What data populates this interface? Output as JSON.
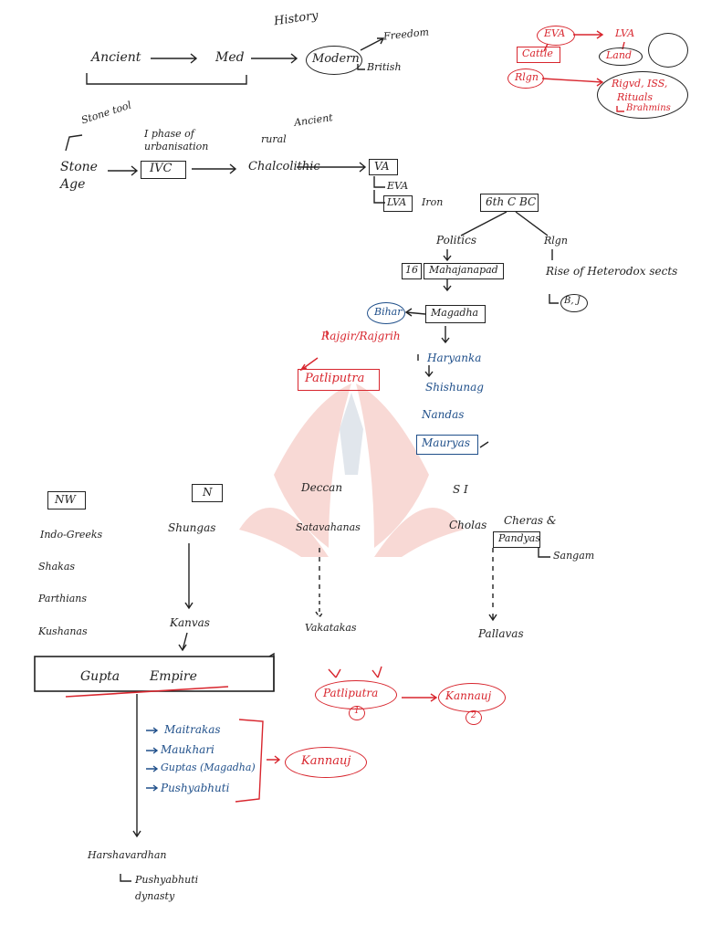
{
  "colors": {
    "ink": "#222222",
    "red": "#d8262e",
    "blue": "#1f4f8a",
    "watermark": "#f2c9c3"
  },
  "top": {
    "history": "History",
    "ancient": "Ancient",
    "med": "Med",
    "modern": "Modern",
    "freedom": "Freedom",
    "british": "British"
  },
  "vedic": {
    "eva": "EVA",
    "lva": "LVA",
    "cattle": "Cattle",
    "land": "Land",
    "rlgn": "Rlgn",
    "rigvd": "Rigvd, ISS,",
    "rituals": "Rituals",
    "brahmins": "Brahmins"
  },
  "prehistory": {
    "stone_tool": "Stone tool",
    "stone_age": "Stone Age",
    "phase": "I phase of urbanisation",
    "ivc": "IVC",
    "rural": "rural",
    "ancient2": "Ancient",
    "chalcolithic": "Chalcolithic",
    "va": "VA",
    "eva2": "EVA",
    "lva2": "LVA",
    "iron": "Iron"
  },
  "sixth": {
    "title": "6th C BC",
    "politics": "Politics",
    "rlgn": "Rlgn",
    "num16": "16",
    "mahajanapad": "Mahajanapad",
    "heterodox": "Rise of Heterodox sects",
    "bj": "B, J",
    "bihar": "Bihar",
    "magadha": "Magadha",
    "rajgir": "Rajgir/Rajgrih",
    "patliputra": "Patliputra",
    "haryanka": "Haryanka",
    "shishunag": "Shishunag",
    "nandas": "Nandas",
    "mauryas": "Mauryas"
  },
  "regions": {
    "nw": "NW",
    "n": "N",
    "deccan": "Deccan",
    "si": "S I",
    "indo_greeks": "Indo-Greeks",
    "shakas": "Shakas",
    "parthians": "Parthians",
    "kushanas": "Kushanas",
    "shungas": "Shungas",
    "kanvas": "Kanvas",
    "satavahanas": "Satavahanas",
    "vakatakas": "Vakatakas",
    "cholas": "Cholas",
    "cheras": "Cheras &",
    "pandyas": "Pandyas",
    "sangam": "Sangam",
    "pallavas": "Pallavas"
  },
  "gupta": {
    "gupta": "Gupta",
    "empire": "Empire",
    "patliputra": "Patliputra",
    "kannauj": "Kannauj",
    "num1": "1",
    "num2": "2",
    "maitrakas": "Maitrakas",
    "maukhari": "Maukhari",
    "guptas_magadha": "Guptas (Magadha)",
    "pushyabhuti": "Pushyabhuti",
    "kannauj2": "Kannauj",
    "harshavardhan": "Harshavardhan",
    "pushyabhuti_dyn": "Pushyabhuti dynasty"
  }
}
